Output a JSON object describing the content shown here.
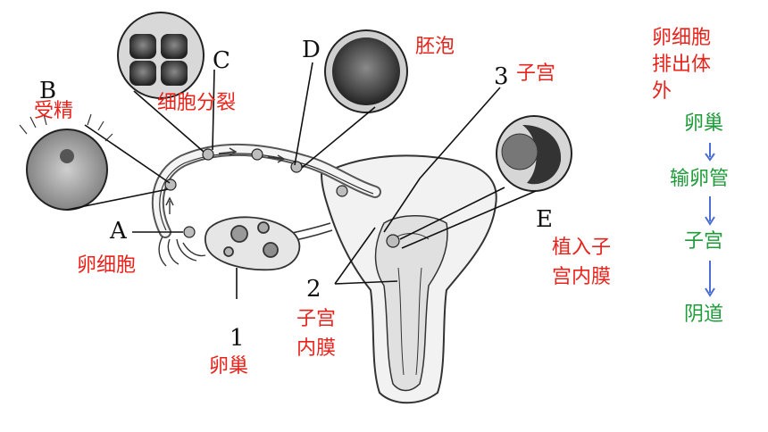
{
  "letters": {
    "a": "A",
    "b": "B",
    "c": "C",
    "d": "D",
    "e": "E"
  },
  "numbers": {
    "n1": "1",
    "n2": "2",
    "n3": "3"
  },
  "labels": {
    "fertilization": "受精",
    "cell_division": "细胞分裂",
    "blastocyst": "胚泡",
    "uterus_top": "子宫",
    "implant_line1": "植入子",
    "implant_line2": "宫内膜",
    "egg_cell": "卵细胞",
    "ovary": "卵巢",
    "endometrium_line1": "子宫",
    "endometrium_line2": "内膜"
  },
  "side_panel": {
    "title_lines": [
      "卵细胞",
      "排出体",
      "外"
    ],
    "flow": [
      "卵巢",
      "输卵管",
      "子宫",
      "阴道"
    ]
  },
  "colors": {
    "red": "#e8231c",
    "green": "#1f9b3a",
    "arrow": "#4a6fd1"
  }
}
